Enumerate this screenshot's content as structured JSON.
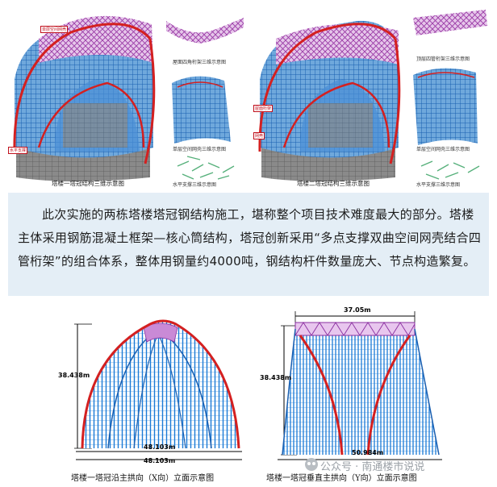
{
  "top_left": {
    "caption_main": "塔楼一塔冠结构三维示意图",
    "caption_roof": "屋面四角桁架三维示意图",
    "caption_shell": "单层空间网壳三维示意图",
    "caption_brace": "水平支撑三维示意图",
    "tag_top": "单层空间网壳",
    "tag_side": "水平支撑"
  },
  "top_right": {
    "caption_main": "塔楼二塔冠结构三维示意图",
    "caption_roof": "顶层四管桁架三维示意图",
    "caption_shell": "单层空间网壳三维示意图",
    "caption_brace": "水平支撑三维示意图",
    "tag_a": "屋面桁架",
    "tag_b": "网壳"
  },
  "paragraph": "此次实施的两栋塔楼塔冠钢结构施工，堪称整个项目技术难度最大的部分。塔楼主体采用钢筋混凝土框架—核心筒结构，塔冠创新采用“多点支撑双曲空间网壳结合四管桁架”的组合体系，整体用钢量约4000吨，钢结构杆件数量庞大、节点构造繁复。",
  "bottom_left": {
    "height": "38.438m",
    "top_width": "48.103m",
    "bottom_width": "48.103m",
    "caption": "塔楼一塔冠沿主拱向（X向）立面示意图"
  },
  "bottom_right": {
    "top_width": "37.05m",
    "height": "38.438m",
    "bottom_width": "50.984m",
    "caption": "塔楼一塔冠垂直主拱向（Y向）立面示意图"
  },
  "watermark": "公众号 · 南通楼市说说",
  "colors": {
    "shell_blue": "#1a6fc4",
    "arch_red": "#d42020",
    "truss_purple": "#a03aa8",
    "panel_bg": "#e4eef6"
  }
}
